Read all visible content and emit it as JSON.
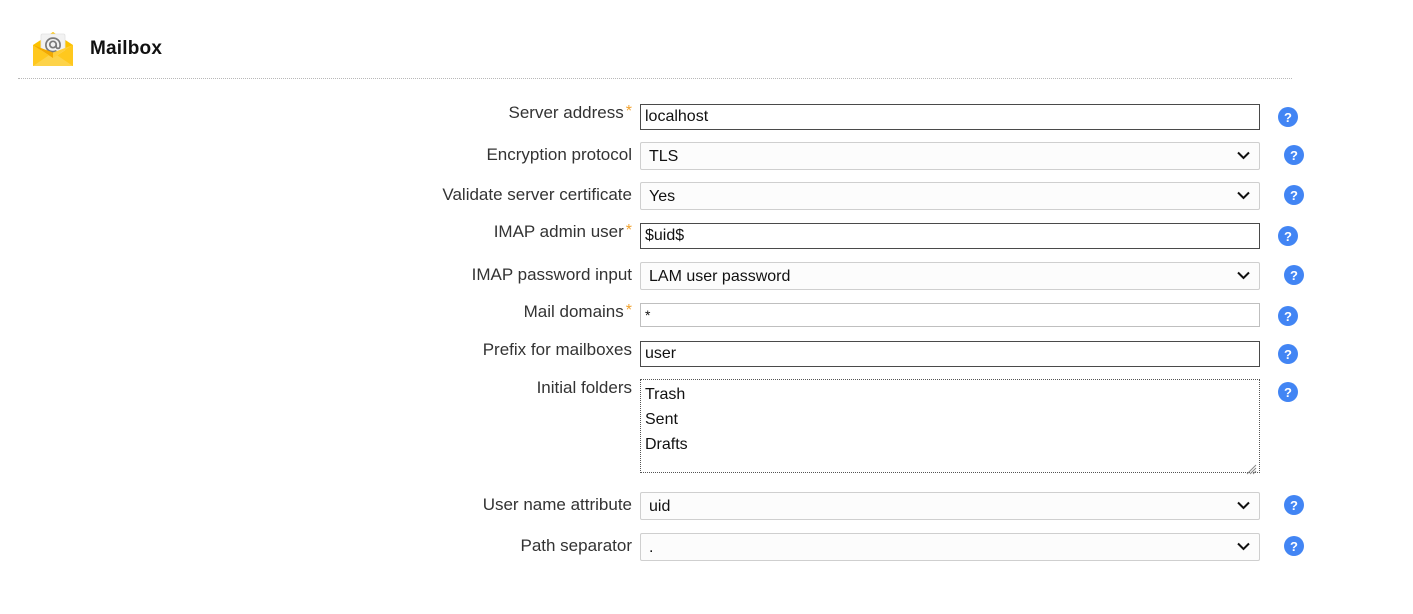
{
  "header": {
    "title": "Mailbox",
    "icon": "mailbox-envelope-icon"
  },
  "help": {
    "glyph": "?",
    "name": "help-icon",
    "color": "#4285f4"
  },
  "required_marker": "*",
  "colors": {
    "accent_blue": "#4285f4",
    "required_orange": "#f0a12e",
    "envelope_yellow": "#fcc200",
    "envelope_dark": "#f0a800",
    "text": "#333333"
  },
  "form": {
    "rows": [
      {
        "key": "server_address",
        "label": "Server address",
        "required": true,
        "control": "text",
        "value": "localhost"
      },
      {
        "key": "encryption_protocol",
        "label": "Encryption protocol",
        "required": false,
        "control": "select",
        "value": "TLS",
        "options": [
          "TLS"
        ]
      },
      {
        "key": "validate_server_certificate",
        "label": "Validate server certificate",
        "required": false,
        "control": "select",
        "value": "Yes",
        "options": [
          "Yes"
        ]
      },
      {
        "key": "imap_admin_user",
        "label": "IMAP admin user",
        "required": true,
        "control": "text",
        "value": "$uid$"
      },
      {
        "key": "imap_password_input",
        "label": "IMAP password input",
        "required": false,
        "control": "select",
        "value": "LAM user password",
        "options": [
          "LAM user password"
        ]
      },
      {
        "key": "mail_domains",
        "label": "Mail domains",
        "required": true,
        "control": "text",
        "value": "*"
      },
      {
        "key": "prefix_for_mailboxes",
        "label": "Prefix for mailboxes",
        "required": false,
        "control": "text",
        "value": "user"
      },
      {
        "key": "initial_folders",
        "label": "Initial folders",
        "required": false,
        "control": "textarea",
        "value": "Trash\nSent\nDrafts",
        "focused": true
      },
      {
        "key": "user_name_attribute",
        "label": "User name attribute",
        "required": false,
        "control": "select",
        "value": "uid",
        "options": [
          "uid"
        ]
      },
      {
        "key": "path_separator",
        "label": "Path separator",
        "required": false,
        "control": "select",
        "value": ".",
        "options": [
          "."
        ]
      }
    ]
  }
}
